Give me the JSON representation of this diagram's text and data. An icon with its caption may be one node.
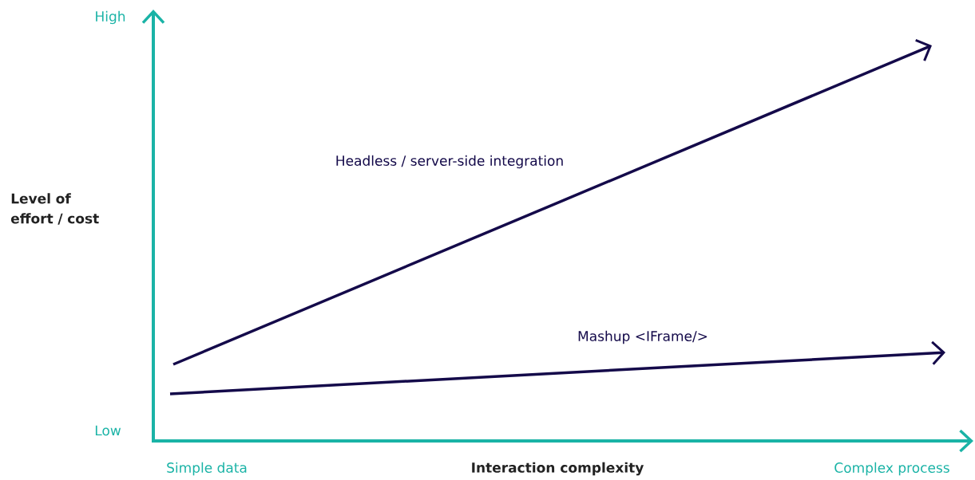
{
  "diagram": {
    "labels": [
      "High",
      "Level of effort / cost",
      "Headless / server-side integration",
      "Mashup <IFrame/>",
      "Low",
      "Simple data",
      "Interaction complexity",
      "Complex process"
    ]
  }
}
